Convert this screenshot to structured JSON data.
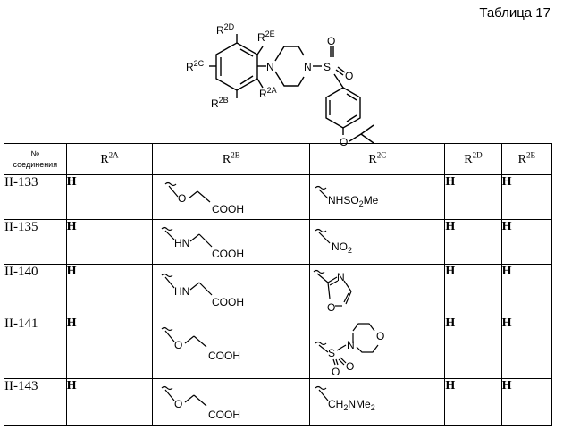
{
  "page_label": "Таблица 17",
  "scheme_labels": {
    "r2d": "2D",
    "r2e": "2E",
    "r2c": "2C",
    "r2b": "2B",
    "r2a": "2A",
    "n1": "N",
    "n2": "N",
    "s": "S",
    "o1": "O",
    "o2": "O",
    "o3": "O"
  },
  "table": {
    "header": {
      "num_line1": "№",
      "num_line2": "соединения",
      "r": "R",
      "r2a_sup": "2A",
      "r2b_sup": "2B",
      "r2c_sup": "2C",
      "r2d_sup": "2D",
      "r2e_sup": "2E"
    },
    "rows": [
      {
        "id": "II-133",
        "r2a": "H",
        "r2d": "H",
        "r2e": "H",
        "r2b": {
          "type": "oxyacetic",
          "hetero": "O",
          "acid": "COOH"
        },
        "r2c": {
          "type": "sulfonamide",
          "pre": "NHSO",
          "sub": "2",
          "post": "Me"
        }
      },
      {
        "id": "II-135",
        "r2a": "H",
        "r2d": "H",
        "r2e": "H",
        "r2b": {
          "type": "glycine",
          "hetero": "HN",
          "acid": "COOH"
        },
        "r2c": {
          "type": "nitro",
          "pre": "NO",
          "sub": "2"
        }
      },
      {
        "id": "II-140",
        "r2a": "H",
        "r2d": "H",
        "r2e": "H",
        "r2b": {
          "type": "glycine",
          "hetero": "HN",
          "acid": "COOH"
        },
        "r2c": {
          "type": "oxazole",
          "n": "N",
          "o": "O"
        }
      },
      {
        "id": "II-141",
        "r2a": "H",
        "r2d": "H",
        "r2e": "H",
        "r2b": {
          "type": "oxyacetic",
          "hetero": "O",
          "acid": "COOH"
        },
        "r2c": {
          "type": "morpholinosulfonyl",
          "s": "S",
          "n": "N",
          "o": "O",
          "o1": "O",
          "o2": "O"
        }
      },
      {
        "id": "II-143",
        "r2a": "H",
        "r2d": "H",
        "r2e": "H",
        "r2b": {
          "type": "oxyacetic",
          "hetero": "O",
          "acid": "COOH"
        },
        "r2c": {
          "type": "dimethylaminomethyl",
          "pre": "CH",
          "sub": "2",
          "post": "NMe",
          "sub2": "2"
        }
      }
    ]
  }
}
